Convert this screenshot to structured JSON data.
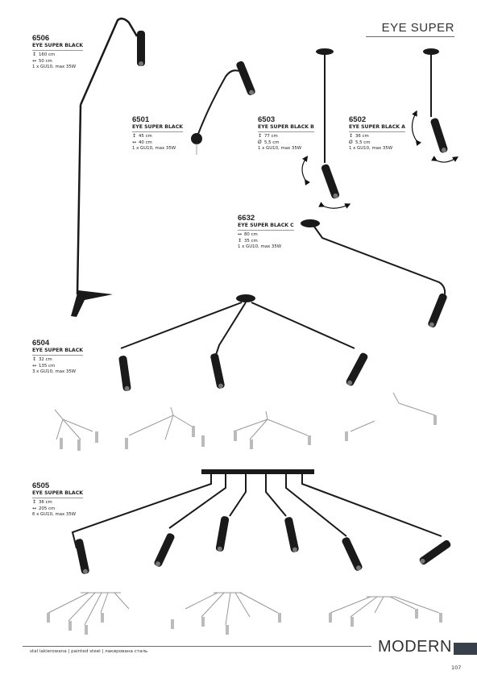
{
  "brand": "EYE SUPER",
  "products": [
    {
      "code": "6506",
      "name": "EYE SUPER BLACK",
      "specs": [
        {
          "icon": "height-icon",
          "symbol": "↕",
          "text": "160 cm"
        },
        {
          "icon": "width-icon",
          "symbol": "↔",
          "text": "50 cm"
        }
      ],
      "bulb": "1 x GU10, max 35W"
    },
    {
      "code": "6501",
      "name": "EYE SUPER BLACK",
      "specs": [
        {
          "icon": "height-icon",
          "symbol": "↕",
          "text": "45 cm"
        },
        {
          "icon": "width-icon",
          "symbol": "↔",
          "text": "40 cm"
        }
      ],
      "bulb": "1 x GU10, max 35W"
    },
    {
      "code": "6503",
      "name": "EYE SUPER BLACK B",
      "specs": [
        {
          "icon": "height-icon",
          "symbol": "↕",
          "text": "77 cm"
        },
        {
          "icon": "diameter-icon",
          "symbol": "Ø",
          "text": "5,5 cm"
        }
      ],
      "bulb": "1 x GU10, max 35W"
    },
    {
      "code": "6502",
      "name": "EYE SUPER BLACK A",
      "specs": [
        {
          "icon": "height-icon",
          "symbol": "↕",
          "text": "36 cm"
        },
        {
          "icon": "diameter-icon",
          "symbol": "Ø",
          "text": "5,5 cm"
        }
      ],
      "bulb": "1 x GU10, max 35W"
    },
    {
      "code": "6632",
      "name": "EYE SUPER BLACK C",
      "specs": [
        {
          "icon": "width-icon",
          "symbol": "↔",
          "text": "80 cm"
        },
        {
          "icon": "height-icon",
          "symbol": "↕",
          "text": "35 cm"
        }
      ],
      "bulb": "1 x GU10, max 35W"
    },
    {
      "code": "6504",
      "name": "EYE SUPER BLACK",
      "specs": [
        {
          "icon": "height-icon",
          "symbol": "↕",
          "text": "32 cm"
        },
        {
          "icon": "width-icon",
          "symbol": "↔",
          "text": "135 cm"
        }
      ],
      "bulb": "3 x GU10, max 35W"
    },
    {
      "code": "6505",
      "name": "EYE SUPER BLACK",
      "specs": [
        {
          "icon": "height-icon",
          "symbol": "↕",
          "text": "36 cm"
        },
        {
          "icon": "width-icon",
          "symbol": "↔",
          "text": "205 cm"
        }
      ],
      "bulb": "6 x GU10, max 35W"
    }
  ],
  "footer": {
    "material": "stal lakierowana  |  painted steel  |  лакирована сталь",
    "category": "MODERN",
    "page_number": "107"
  },
  "colors": {
    "accent_line": "#cc4444",
    "category_block": "#38414b",
    "lamp": "#1a1a1a"
  }
}
